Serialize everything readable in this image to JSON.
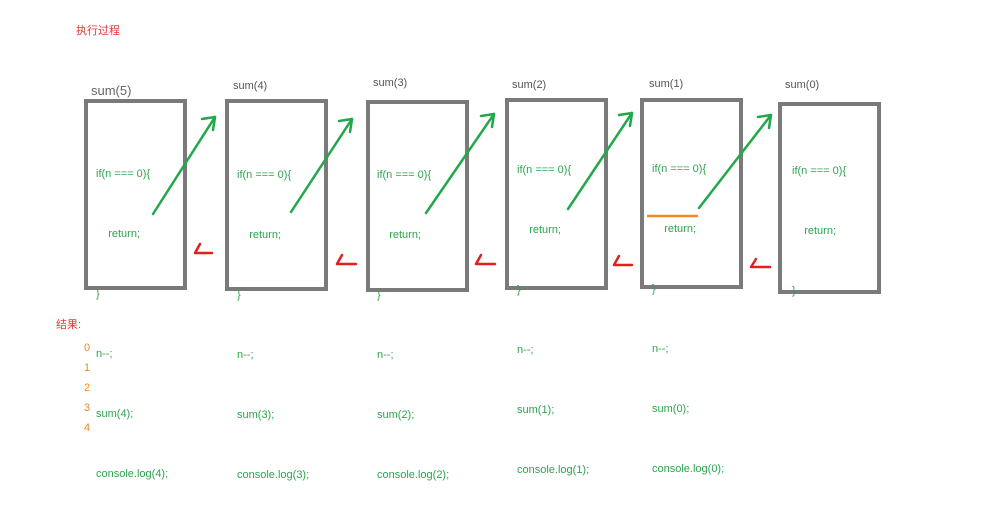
{
  "heading": "执行过程",
  "calls": [
    {
      "label": "sum(5)",
      "lines": [
        "if(n === 0){",
        "    return;",
        "}",
        "n--;",
        "sum(4);",
        "console.log(4);"
      ]
    },
    {
      "label": "sum(4)",
      "lines": [
        "if(n === 0){",
        "    return;",
        "}",
        "n--;",
        "sum(3);",
        "console.log(3);"
      ]
    },
    {
      "label": "sum(3)",
      "lines": [
        "if(n === 0){",
        "    return;",
        "}",
        "n--;",
        "sum(2);",
        "console.log(2);"
      ]
    },
    {
      "label": "sum(2)",
      "lines": [
        "if(n === 0){",
        "    return;",
        "}",
        "n--;",
        "sum(1);",
        "console.log(1);"
      ]
    },
    {
      "label": "sum(1)",
      "lines": [
        "if(n === 0){",
        "    return;",
        "}",
        "n--;",
        "sum(0);",
        "console.log(0);"
      ]
    },
    {
      "label": "sum(0)",
      "lines": [
        "if(n === 0){",
        "    return;",
        "}"
      ]
    }
  ],
  "result_title": "结果:",
  "results": [
    "0",
    "1",
    "2",
    "3",
    "4"
  ],
  "colors": {
    "code": "#2da44e",
    "frame": "#7a7a7a",
    "call_arrow": "#22a84a",
    "return_arrow": "#e02020",
    "highlight": "#f08a24",
    "heading": "#e53935"
  }
}
